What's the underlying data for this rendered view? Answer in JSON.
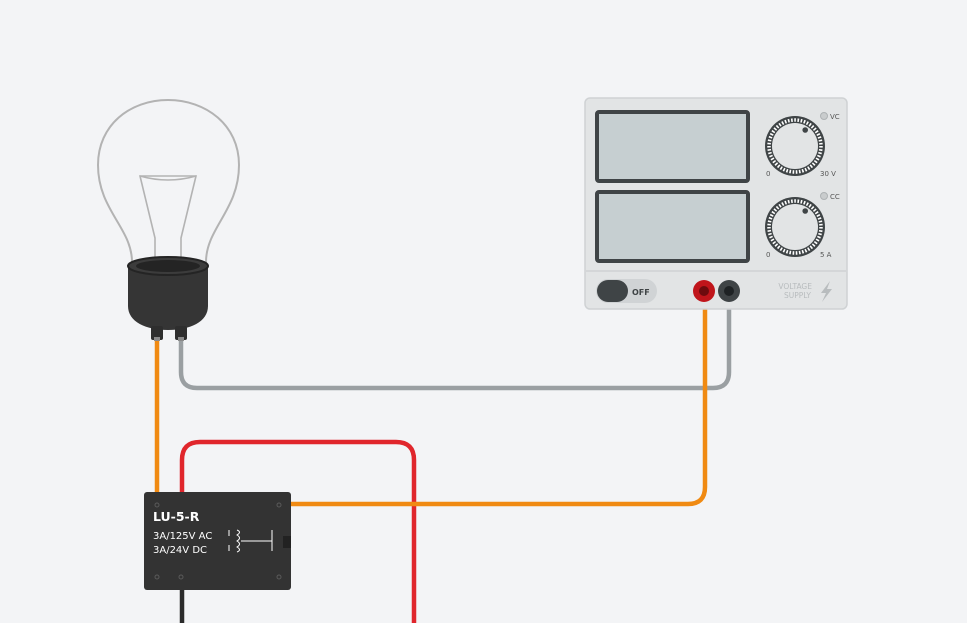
{
  "relay": {
    "model": "LU-5-R",
    "rating_ac": "3A/125V AC",
    "rating_dc": "3A/24V  DC"
  },
  "power_supply": {
    "voltage_indicator": "VC",
    "current_indicator": "CC",
    "voltage_min": "0",
    "voltage_max": "30 V",
    "current_min": "0",
    "current_max": "5 A",
    "switch_label": "OFF",
    "brand_line1": "VOLTAGE",
    "brand_line2": "SUPPLY",
    "voltage_knob_level": 0.62,
    "current_knob_level": 0.62
  },
  "colors": {
    "background": "#f3f4f6",
    "wire_orange": "#f08a12",
    "wire_gray": "#9a9fa2",
    "wire_red": "#e0262c",
    "wire_black": "#2b2b2b",
    "relay_body": "#333333",
    "supply_body": "#e2e4e5",
    "display": "#c6cfd1",
    "terminal_red": "#c0151b"
  }
}
